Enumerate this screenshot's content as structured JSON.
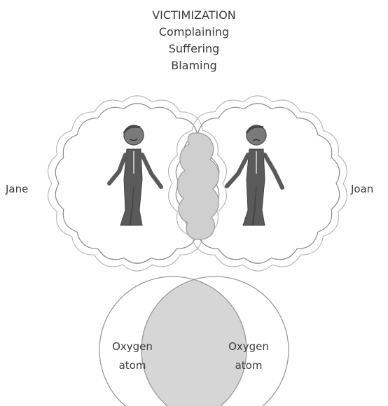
{
  "header": {
    "title": "VICTIMIZATION",
    "lines": [
      "Complaining",
      "Suffering",
      "Blaming"
    ]
  },
  "people": {
    "left_name": "Jane",
    "right_name": "Joan"
  },
  "atoms": {
    "left": {
      "line1": "Oxygen",
      "line2": "atom"
    },
    "right": {
      "line1": "Oxygen",
      "line2": "atom"
    }
  },
  "colors": {
    "text": "#3c3c3c",
    "outline": "#8a8a8a",
    "overlap_fill": "#cfcfcf",
    "figure_fill": "#5a5a5a",
    "head_fill": "#7a7a7a"
  },
  "icons": {
    "left_figure": "stick-figure-icon",
    "right_figure": "stick-figure-icon",
    "left_bubble": "cloud-bubble-icon",
    "right_bubble": "cloud-bubble-icon"
  }
}
